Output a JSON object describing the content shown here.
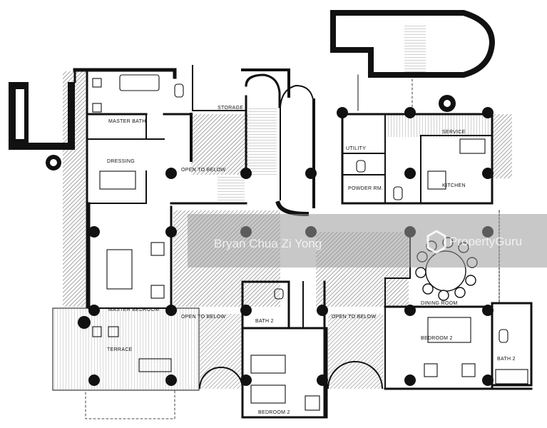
{
  "rooms": {
    "master_bath": "MASTER BATH",
    "storage": "STORAGE",
    "dressing": "DRESSING",
    "open_to_below_1": "OPEN TO BELOW",
    "open_to_below_2": "OPEN TO BELOW",
    "open_to_below_3": "OPEN TO BELOW",
    "master_bedroom": "MASTER BEDROOM",
    "terrace": "TERRACE",
    "bath2_center": "BATH 2",
    "bedroom2_center": "BEDROOM 2",
    "utility": "UTILITY",
    "service": "SERVICE",
    "powder_rm": "POWDER RM.",
    "kitchen": "KITCHEN",
    "dining_room": "DINING ROOM",
    "bedroom2_right": "BEDROOM 2",
    "bath2_right": "BATH 2"
  },
  "watermark": {
    "agent": "Bryan Chua Zi Yong",
    "brand": "PropertyGuru"
  },
  "colors": {
    "wall": "#111111",
    "hatch": "#8c8c8c",
    "background": "#ffffff",
    "watermark_bar": "#9a9a9a"
  }
}
